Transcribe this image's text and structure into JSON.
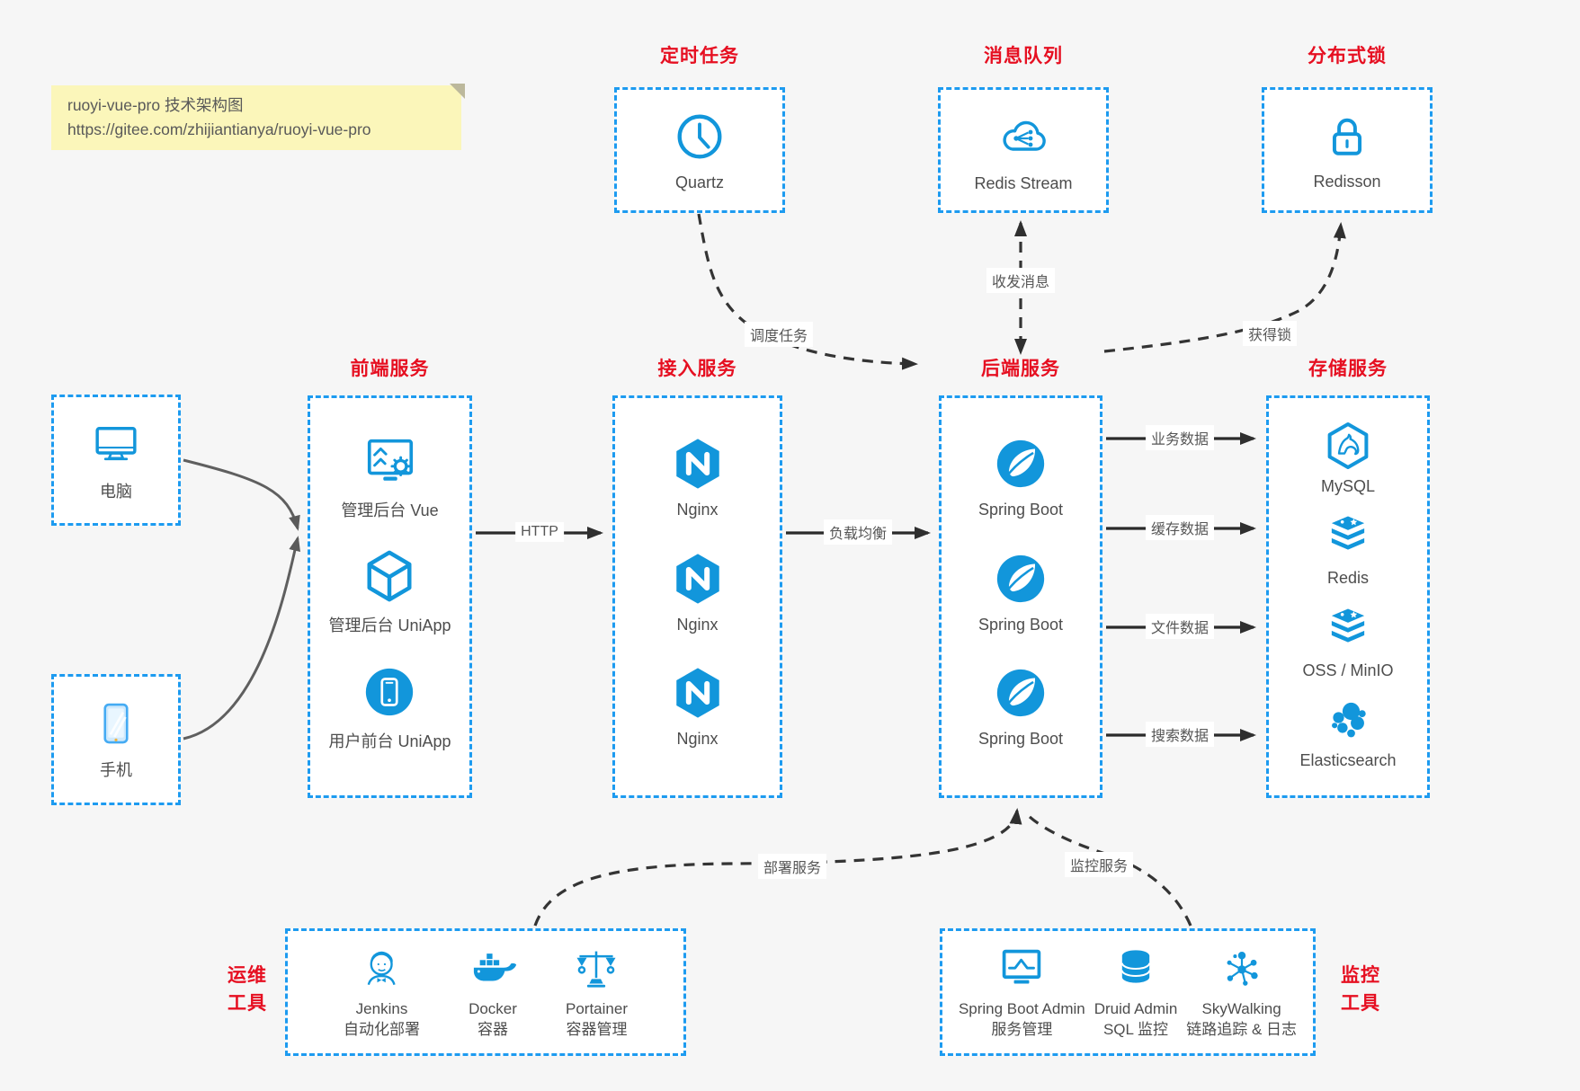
{
  "note": {
    "title": "ruoyi-vue-pro 技术架构图",
    "url": "https://gitee.com/zhijiantianya/ruoyi-vue-pro"
  },
  "colors": {
    "icon_blue": "#1296db",
    "border_blue": "#1d9bf0",
    "title_red": "#e60f21",
    "wire_dark": "#333333",
    "note_bg": "#fbf6ba",
    "page_bg": "#f6f6f6"
  },
  "top_groups": [
    {
      "title": "定时任务",
      "label": "Quartz",
      "icon": "clock-icon"
    },
    {
      "title": "消息队列",
      "label": "Redis Stream",
      "icon": "cloud-stream-icon"
    },
    {
      "title": "分布式锁",
      "label": "Redisson",
      "icon": "lock-icon"
    }
  ],
  "clients": [
    {
      "label": "电脑",
      "icon": "desktop-icon"
    },
    {
      "label": "手机",
      "icon": "smartphone-icon"
    }
  ],
  "columns": [
    {
      "title": "前端服务",
      "items": [
        {
          "label": "管理后台 Vue",
          "icon": "admin-vue-icon"
        },
        {
          "label": "管理后台 UniApp",
          "icon": "uniapp-cube-icon"
        },
        {
          "label": "用户前台 UniApp",
          "icon": "user-app-icon"
        }
      ]
    },
    {
      "title": "接入服务",
      "items": [
        {
          "label": "Nginx",
          "icon": "nginx-icon"
        },
        {
          "label": "Nginx",
          "icon": "nginx-icon"
        },
        {
          "label": "Nginx",
          "icon": "nginx-icon"
        }
      ]
    },
    {
      "title": "后端服务",
      "items": [
        {
          "label": "Spring Boot",
          "icon": "spring-boot-icon"
        },
        {
          "label": "Spring Boot",
          "icon": "spring-boot-icon"
        },
        {
          "label": "Spring Boot",
          "icon": "spring-boot-icon"
        }
      ]
    },
    {
      "title": "存储服务",
      "items": [
        {
          "label": "MySQL",
          "icon": "mysql-icon"
        },
        {
          "label": "Redis",
          "icon": "redis-icon"
        },
        {
          "label": "OSS / MinIO",
          "icon": "oss-minio-icon"
        },
        {
          "label": "Elasticsearch",
          "icon": "elasticsearch-icon"
        }
      ]
    }
  ],
  "bottom_groups": [
    {
      "title_line1": "运维",
      "title_line2": "工具",
      "items": [
        {
          "line1": "Jenkins",
          "line2": "自动化部署",
          "icon": "jenkins-icon"
        },
        {
          "line1": "Docker",
          "line2": "容器",
          "icon": "docker-icon"
        },
        {
          "line1": "Portainer",
          "line2": "容器管理",
          "icon": "portainer-icon"
        }
      ]
    },
    {
      "title_line1": "监控",
      "title_line2": "工具",
      "items": [
        {
          "line1": "Spring Boot Admin",
          "line2": "服务管理",
          "icon": "spring-boot-admin-icon"
        },
        {
          "line1": "Druid Admin",
          "line2": "SQL 监控",
          "icon": "druid-icon"
        },
        {
          "line1": "SkyWalking",
          "line2": "链路追踪 & 日志",
          "icon": "skywalking-icon"
        }
      ]
    }
  ],
  "edge_labels": {
    "http": "HTTP",
    "load_balance": "负载均衡",
    "schedule_job": "调度任务",
    "send_receive_message": "收发消息",
    "acquire_lock": "获得锁",
    "deploy_service": "部署服务",
    "monitor_service": "监控服务",
    "business_data": "业务数据",
    "cache_data": "缓存数据",
    "file_data": "文件数据",
    "search_data": "搜索数据"
  }
}
